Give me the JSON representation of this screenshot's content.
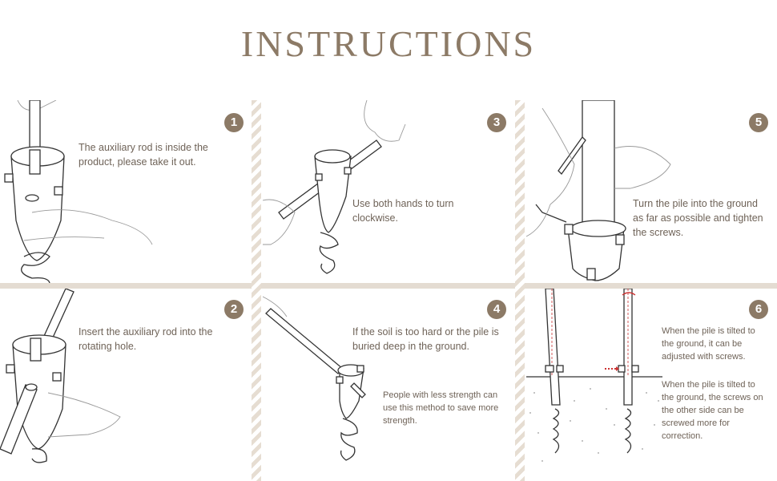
{
  "title": "INSTRUCTIONS",
  "steps": [
    {
      "num": "1",
      "text": "The auxiliary rod is inside the product, please take it out."
    },
    {
      "num": "2",
      "text": "Insert the auxiliary rod into the rotating hole."
    },
    {
      "num": "3",
      "text": "Use both hands to turn clockwise."
    },
    {
      "num": "4",
      "text": "If the soil is too hard or the pile is buried deep in the ground.",
      "note": "People with less strength can use this method to save more strength."
    },
    {
      "num": "5",
      "text": "Turn the pile into the ground as far as possible and tighten the screws."
    },
    {
      "num": "6",
      "text": "When the pile is tilted to the ground, it can be adjusted with screws.",
      "note": "When the pile is tilted to the ground, the screws on the other side can be screwed more for correction."
    }
  ],
  "colors": {
    "accent": "#8c7a66",
    "text": "#6f6358",
    "divider": "#e4dcd2"
  }
}
